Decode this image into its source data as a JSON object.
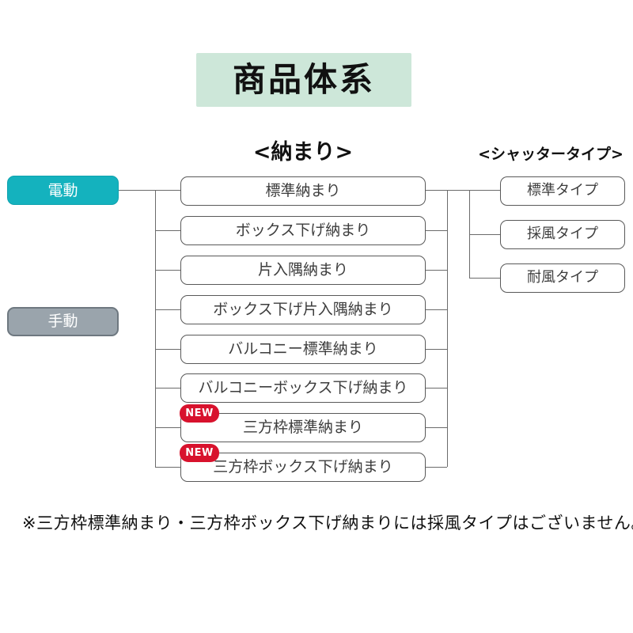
{
  "title": "商品体系",
  "columns": {
    "nakamari_header": "<納まり>",
    "shutter_header": "<シャッタータイプ>"
  },
  "drive_types": [
    {
      "label": "電動",
      "color": "#14b2be"
    },
    {
      "label": "手動",
      "color": "#9aa4ac"
    }
  ],
  "nakamari_items": [
    {
      "label": "標準納まり",
      "new": false
    },
    {
      "label": "ボックス下げ納まり",
      "new": false
    },
    {
      "label": "片入隅納まり",
      "new": false
    },
    {
      "label": "ボックス下げ片入隅納まり",
      "new": false
    },
    {
      "label": "バルコニー標準納まり",
      "new": false
    },
    {
      "label": "バルコニーボックス下げ納まり",
      "new": false
    },
    {
      "label": "三方枠標準納まり",
      "new": true
    },
    {
      "label": "三方枠ボックス下げ納まり",
      "new": true
    }
  ],
  "shutter_types": [
    {
      "label": "標準タイプ"
    },
    {
      "label": "採風タイプ"
    },
    {
      "label": "耐風タイプ"
    }
  ],
  "badge": {
    "new_label": "NEW",
    "color": "#d8122d"
  },
  "footnote": "※三方枠標準納まり・三方枠ボックス下げ納まりには採風タイプはございません。",
  "colors": {
    "title_bg": "#cde7d9",
    "electric_accent": "#14b2be",
    "manual_accent": "#9aa4ac",
    "badge_red": "#d8122d",
    "line_gray": "#6b6b6b",
    "box_border": "#595959"
  }
}
